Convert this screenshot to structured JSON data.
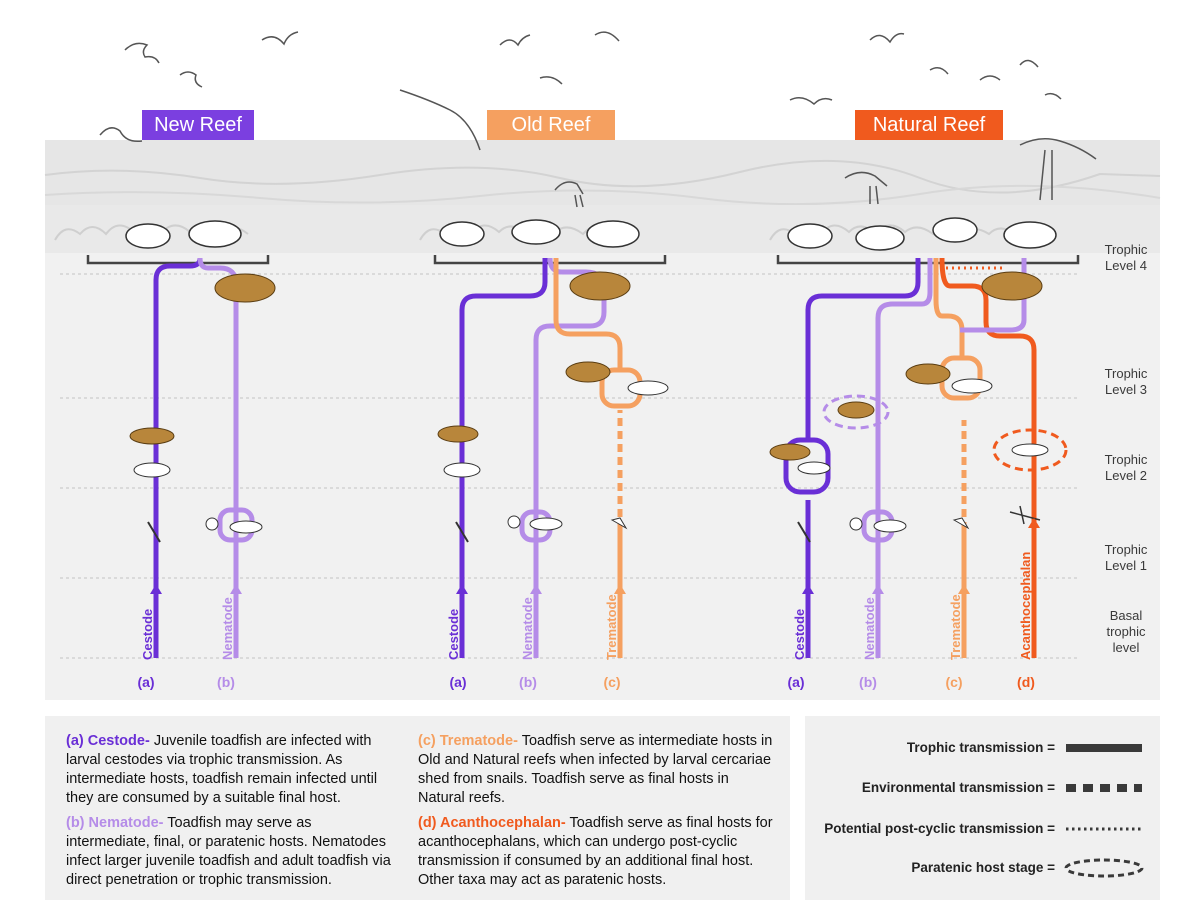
{
  "colors": {
    "new_reef": "#7b3fe0",
    "old_reef": "#f5a060",
    "natural_reef": "#f05a1e",
    "cestode": "#6a2fd6",
    "nematode": "#b58ce8",
    "trematode": "#f5a060",
    "acanthocephalan": "#f05a1e",
    "panel_bg": "#f1f1f1",
    "key_line": "#3a3a3a"
  },
  "reefs": [
    {
      "title": "New Reef"
    },
    {
      "title": "Old Reef"
    },
    {
      "title": "Natural Reef"
    }
  ],
  "trophic_levels": [
    {
      "line1": "Trophic",
      "line2": "Level 4",
      "line3": ""
    },
    {
      "line1": "Trophic",
      "line2": "Level 3",
      "line3": ""
    },
    {
      "line1": "Trophic",
      "line2": "Level 2",
      "line3": ""
    },
    {
      "line1": "Trophic",
      "line2": "Level 1",
      "line3": ""
    },
    {
      "line1": "Basal",
      "line2": "trophic",
      "line3": "level"
    }
  ],
  "path_labels": {
    "cestode": "Cestode",
    "nematode": "Nematode",
    "trematode": "Trematode",
    "acanthocephalan": "Acanthocephalan"
  },
  "letters": {
    "a": "(a)",
    "b": "(b)",
    "c": "(c)",
    "d": "(d)"
  },
  "legend": {
    "a_head": "(a) Cestode-",
    "a_body": " Juvenile toadfish are infected with larval cestodes via trophic transmission. As intermediate hosts, toadfish remain infected until they are consumed by a suitable final host.",
    "b_head": "(b) Nematode-",
    "b_body": " Toadfish may serve as intermediate, final, or paratenic hosts. Nematodes infect larger juvenile toadfish and adult toadfish via direct penetration or trophic transmission.",
    "c_head": "(c) Trematode-",
    "c_body": " Toadfish serve as intermediate hosts in Old and Natural reefs when infected by larval cercariae shed from snails. Toadfish serve as final hosts in Natural reefs.",
    "d_head": "(d) Acanthocephalan-",
    "d_body": " Toadfish serve as final hosts for acanthocephalans, which can undergo post-cyclic transmission if consumed by an additional final host. Other taxa may act as paratenic hosts."
  },
  "key": [
    {
      "label": "Trophic transmission =",
      "style": "solid"
    },
    {
      "label": "Environmental transmission =",
      "style": "dashed"
    },
    {
      "label": "Potential post-cyclic transmission =",
      "style": "dotted"
    },
    {
      "label": "Paratenic host stage =",
      "style": "ellipse"
    }
  ]
}
